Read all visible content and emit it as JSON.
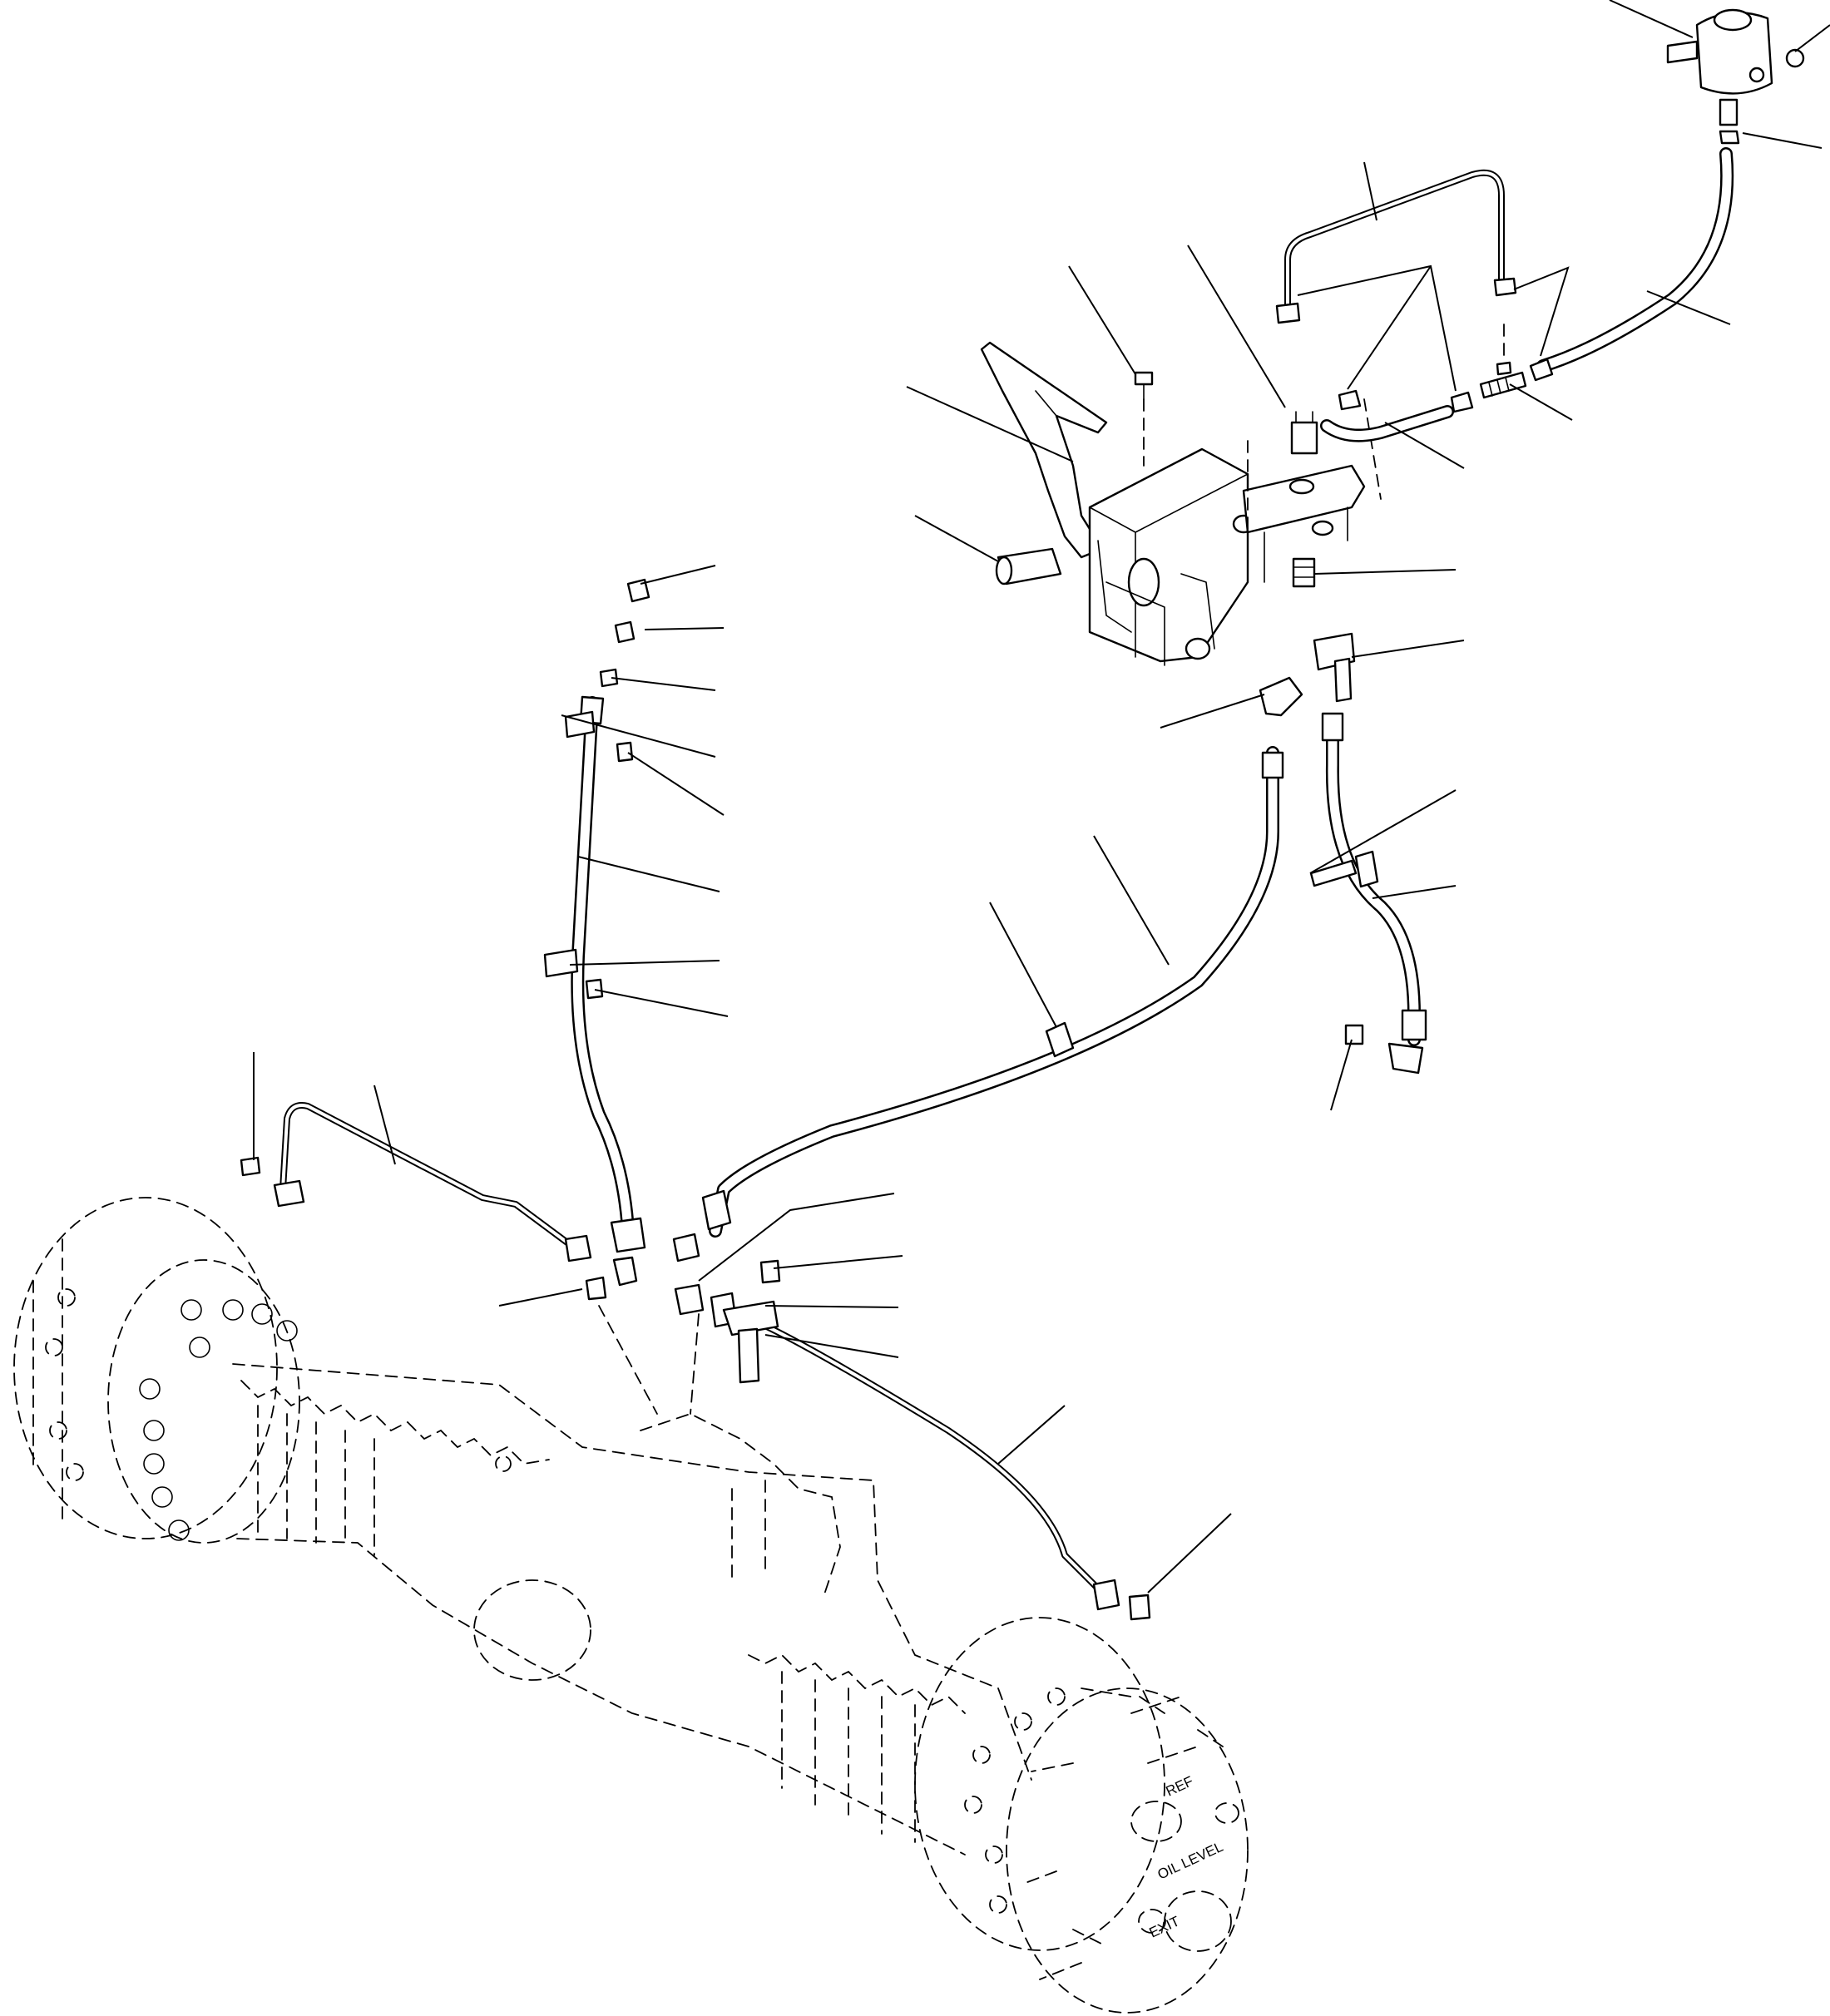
{
  "diagram": {
    "hub_markings": {
      "oil_level": "OIL LEVEL",
      "ref": "REF",
      "exit": "EXIT"
    }
  }
}
